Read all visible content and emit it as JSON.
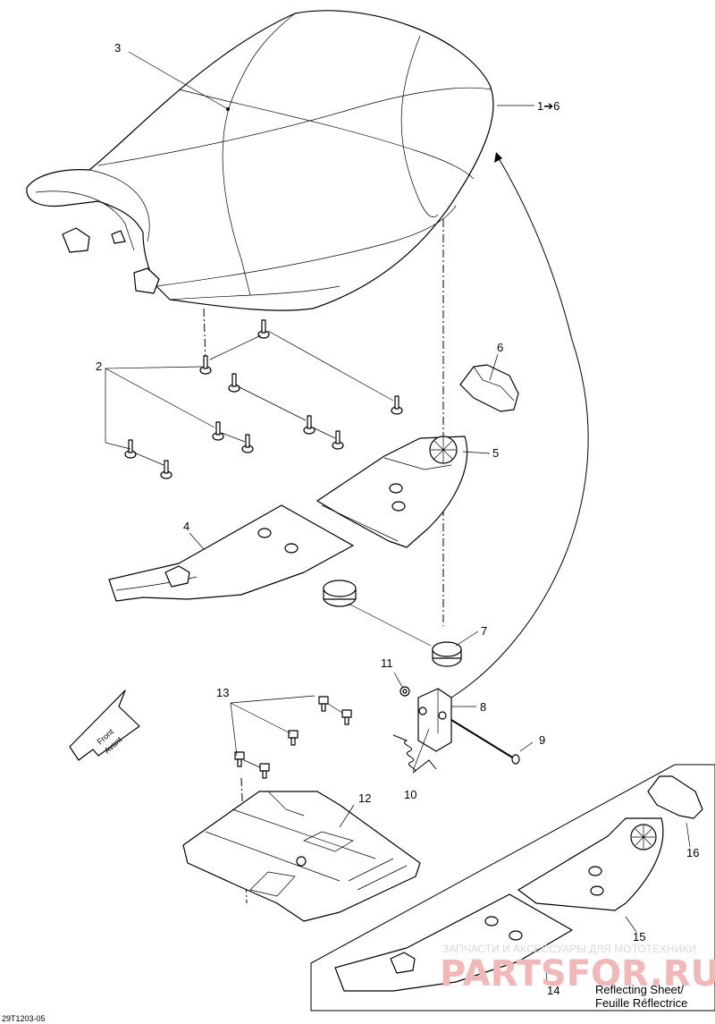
{
  "callouts": {
    "c1": "1➔6",
    "c2": "2",
    "c3": "3",
    "c4": "4",
    "c5": "5",
    "c6": "6",
    "c7": "7",
    "c8": "8",
    "c9": "9",
    "c10": "10",
    "c11": "11",
    "c12": "12",
    "c13": "13",
    "c14": "14",
    "c15": "15",
    "c16": "16"
  },
  "direction_arrow": {
    "line1": "Front",
    "line2": "Avant"
  },
  "reflecting_note": {
    "line1": "Reflecting Sheet/",
    "line2": "Feuille Réflectrice"
  },
  "reference_code": "29T1203-05",
  "watermark": {
    "tagline": "ЗАПЧАСТИ И АКСЕССУАРЫ ДЛЯ МОТОТЕХНИКИ",
    "brand": "PARTSFOR.RU"
  }
}
